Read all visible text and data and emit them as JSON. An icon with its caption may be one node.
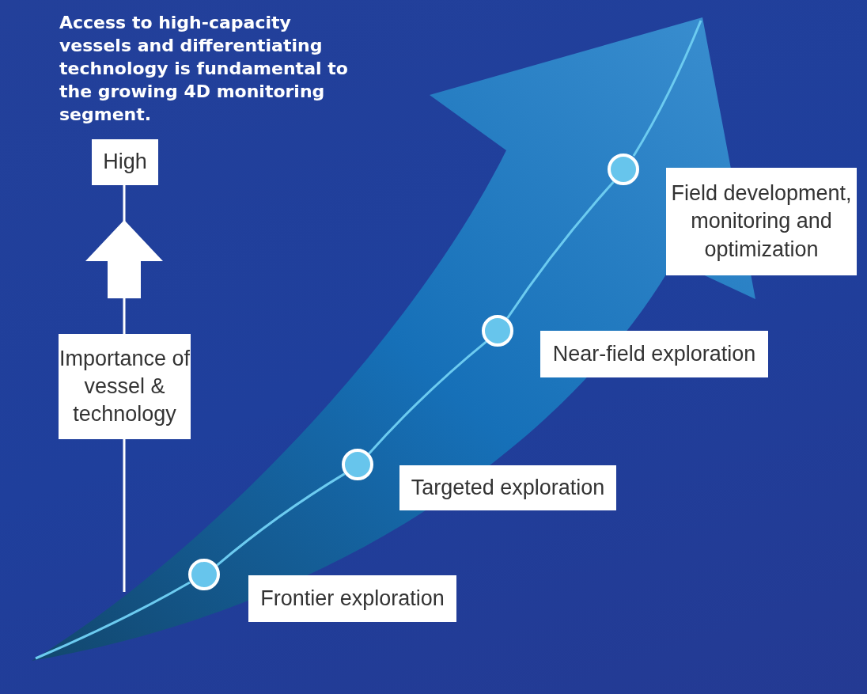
{
  "diagram": {
    "title": "Access to high-capacity vessels and differentiating technology is fundamental to the growing 4D monitoring segment.",
    "nodes": [
      {
        "text": [],
        "shape": "circle"
      },
      {
        "text": [],
        "shape": "circle"
      },
      {
        "text": [],
        "shape": "circle"
      },
      {
        "text": [],
        "shape": "circle"
      },
      {
        "text": [
          "Frontier exploration"
        ]
      },
      {
        "text": [
          "Targeted exploration"
        ]
      },
      {
        "text": [
          "Near-field exploration"
        ]
      },
      {
        "text": [
          "Field development, monitoring and optimization"
        ]
      }
    ],
    "edges": [
      {
        "from": 0,
        "to": 1,
        "arrow": "none"
      },
      {
        "from": 1,
        "to": 2,
        "arrow": "none"
      },
      {
        "from": 2,
        "to": 3,
        "arrow": "none"
      }
    ],
    "labels": [
      "High",
      "Importance of vessel & technology"
    ]
  }
}
